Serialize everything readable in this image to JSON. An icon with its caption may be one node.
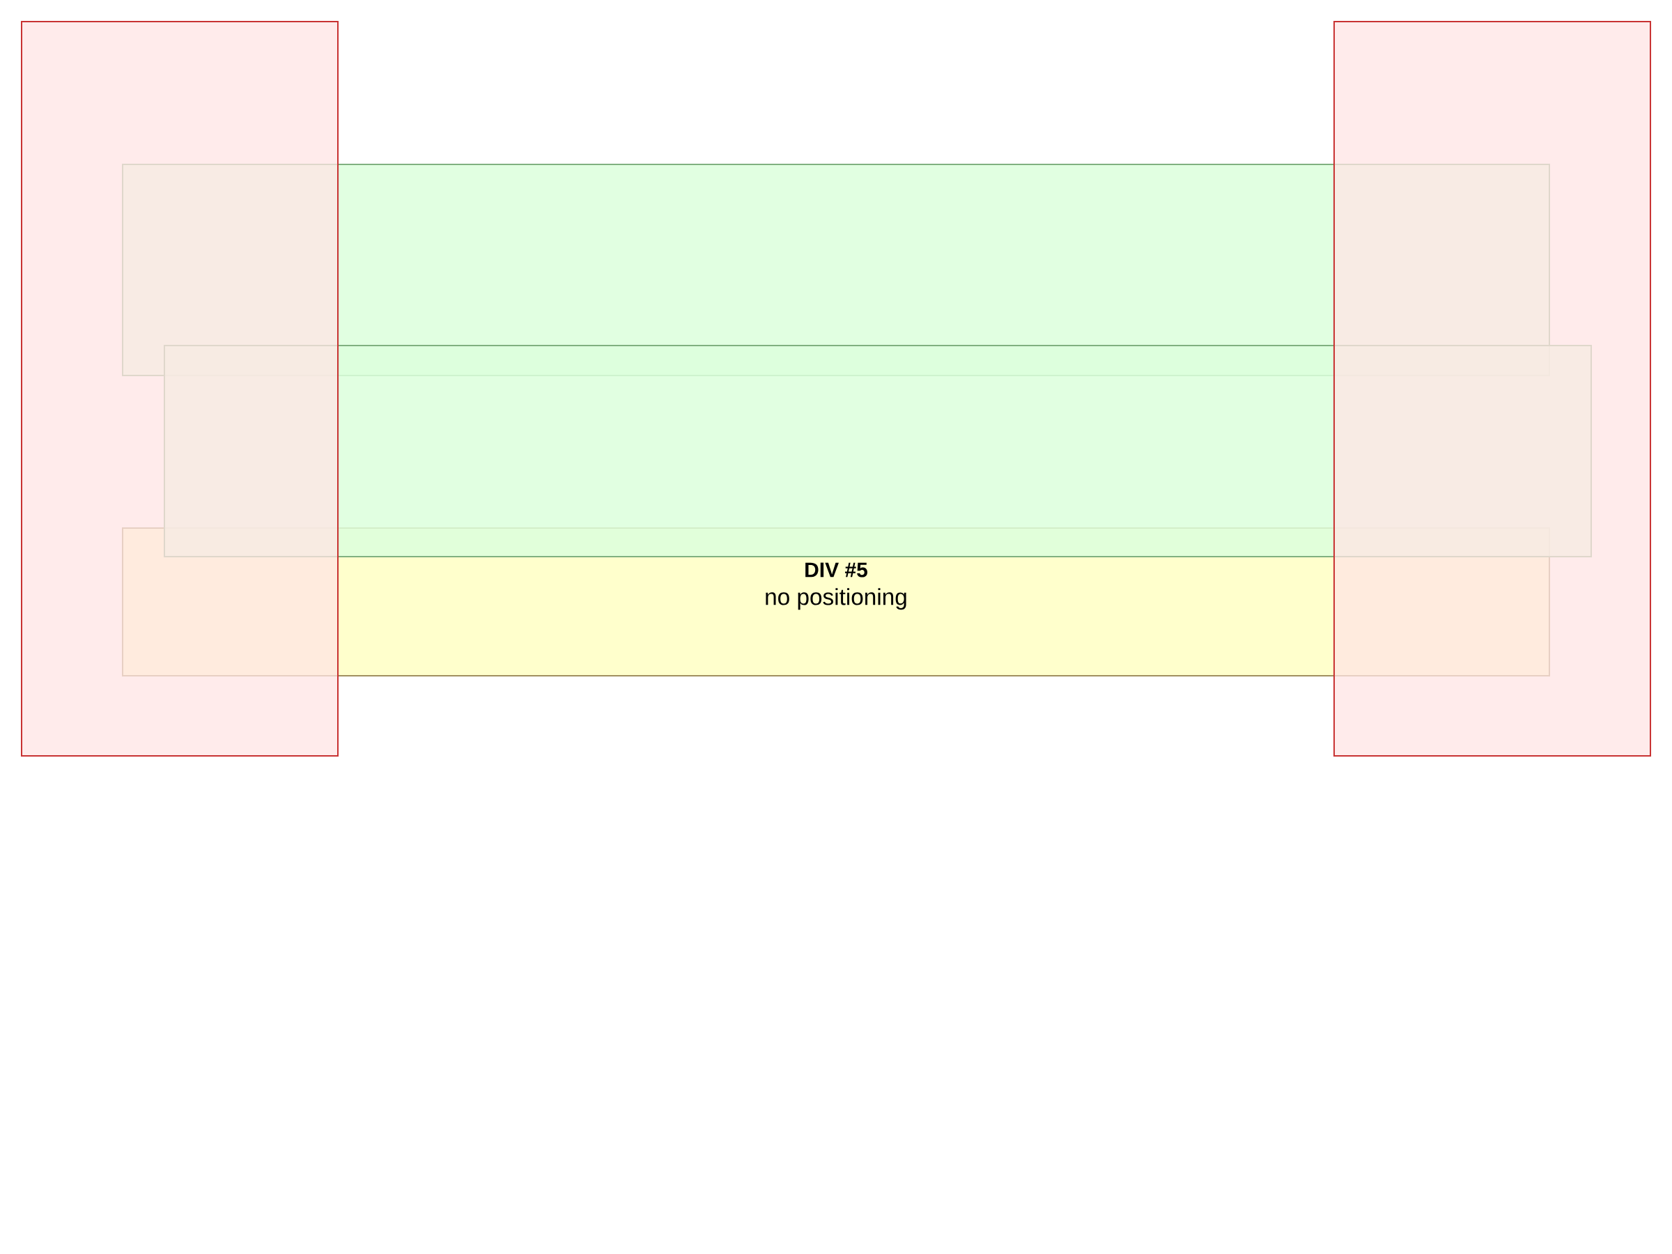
{
  "diagram": {
    "nodes": [
      {
        "text": [],
        "shape": "box"
      },
      {
        "text": [],
        "shape": "box"
      },
      {
        "text": [],
        "shape": "box"
      },
      {
        "text": [],
        "shape": "box"
      },
      {
        "text": [
          "DIV #5",
          "no positioning"
        ]
      }
    ]
  }
}
